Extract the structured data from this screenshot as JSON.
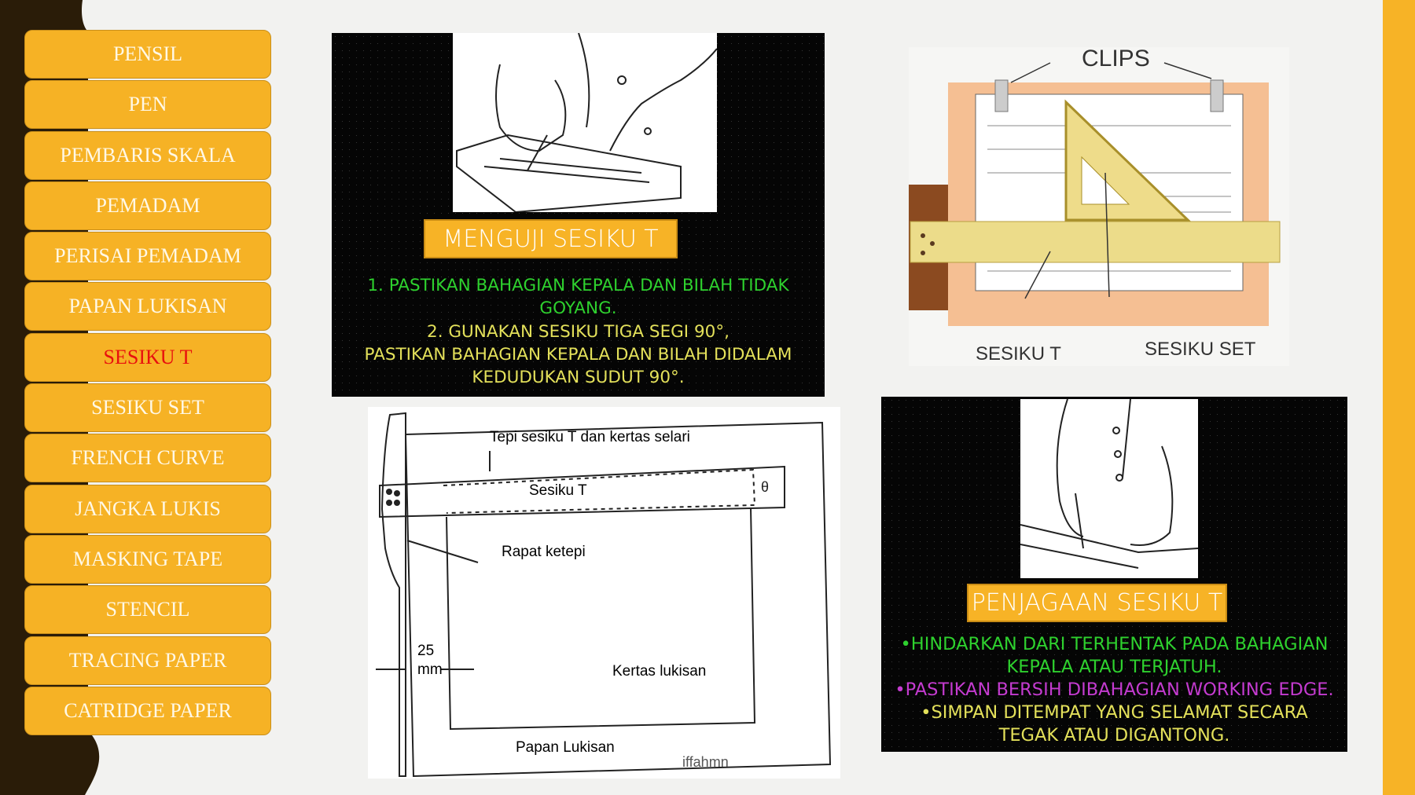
{
  "colors": {
    "accent": "#f7b326",
    "sidebar_bg": "#2a1c08",
    "active": "#e8100e",
    "green": "#2ed12e",
    "yellow": "#e3e05a",
    "magenta": "#c43bd0"
  },
  "menu": [
    {
      "label": "PENSIL"
    },
    {
      "label": "PEN"
    },
    {
      "label": "PEMBARIS SKALA"
    },
    {
      "label": "PEMADAM"
    },
    {
      "label": "PERISAI PEMADAM"
    },
    {
      "label": "PAPAN LUKISAN"
    },
    {
      "label": "SESIKU T",
      "active": true
    },
    {
      "label": "SESIKU SET"
    },
    {
      "label": "FRENCH CURVE"
    },
    {
      "label": "JANGKA LUKIS"
    },
    {
      "label": "MASKING TAPE"
    },
    {
      "label": "STENCIL"
    },
    {
      "label": "TRACING PAPER"
    },
    {
      "label": "CATRIDGE PAPER"
    }
  ],
  "testing": {
    "title": "MENGUJI SESIKU T",
    "line1": "1. PASTIKAN BAHAGIAN KEPALA DAN BILAH TIDAK",
    "line2": "GOYANG.",
    "line3": "2. GUNAKAN SESIKU TIGA SEGI 90°,",
    "line4": "PASTIKAN BAHAGIAN KEPALA DAN BILAH DIDALAM",
    "line5": "KEDUDUKAN SUDUT 90°."
  },
  "clips_figure": {
    "clips": "CLIPS",
    "tsquare": "SESIKU T",
    "setsquare": "SESIKU  SET"
  },
  "board_figure": {
    "edge_label": "Tepi sesiku T dan kertas selari",
    "tsquare": "Sesiku T",
    "flush": "Rapat ketepi",
    "margin_value": "25",
    "margin_unit": "mm",
    "paper": "Kertas lukisan",
    "board": "Papan Lukisan",
    "watermark": "iffahmn"
  },
  "care": {
    "title": "PENJAGAAN SESIKU T",
    "line1": "•HINDARKAN DARI TERHENTAK PADA BAHAGIAN",
    "line2": "KEPALA ATAU TERJATUH.",
    "line3": "•PASTIKAN BERSIH DIBAHAGIAN WORKING EDGE.",
    "line4": "•SIMPAN DITEMPAT YANG SELAMAT SECARA",
    "line5": "TEGAK ATAU DIGANTONG."
  }
}
